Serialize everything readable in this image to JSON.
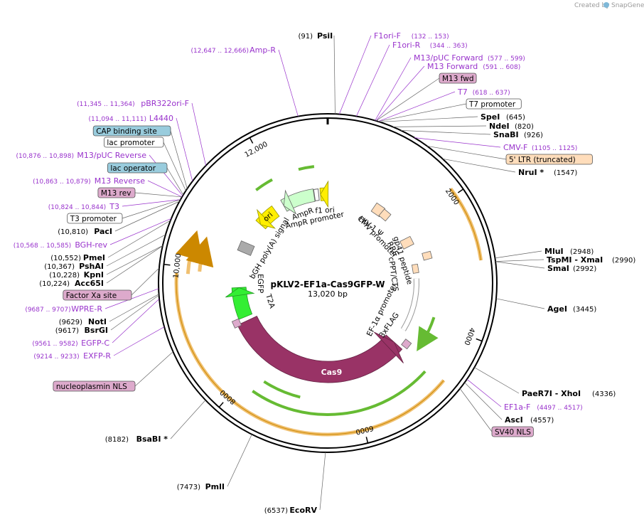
{
  "app": {
    "credit": "Created by",
    "brand": "SnapGene"
  },
  "plasmid": {
    "name": "pKLV2-EF1a-Cas9GFP-W",
    "length_label": "13,020 bp",
    "length": 13020
  },
  "colors": {
    "primer": "#9933cc",
    "orange": "#f0c070",
    "green": "#66bb33",
    "cas9": "#993366",
    "yellow": "#ffee00",
    "egfp": "#33ee33",
    "backbone": "#000000",
    "feature_box_blue": "#99ccdd",
    "feature_box_pink": "#ddaacc",
    "feature_box_peach": "#ffddbb"
  },
  "ticks": [
    {
      "bp": 2000,
      "label": "2000"
    },
    {
      "bp": 4000,
      "label": "4000"
    },
    {
      "bp": 6000,
      "label": "6000"
    },
    {
      "bp": 8000,
      "label": "8000"
    },
    {
      "bp": 10000,
      "label": "10,000"
    },
    {
      "bp": 12000,
      "label": "12,000"
    }
  ],
  "left_labels": [
    {
      "kind": "primer",
      "pos": "(12,647 .. 12,666)",
      "name": "Amp-R",
      "bp": 12656
    },
    {
      "kind": "primer",
      "pos": "(11,345 .. 11,364)",
      "name": "pBR322ori-F",
      "bp": 11354
    },
    {
      "kind": "primer",
      "pos": "(11,094 .. 11,111)",
      "name": "L4440",
      "bp": 11102
    },
    {
      "kind": "box",
      "box": "blue",
      "name": "CAP binding site",
      "bp": 10990
    },
    {
      "kind": "box",
      "box": "white",
      "name": "lac promoter",
      "bp": 10960
    },
    {
      "kind": "primer",
      "pos": "(10,876 .. 10,898)",
      "name": "M13/pUC Reverse",
      "bp": 10887
    },
    {
      "kind": "box",
      "box": "blue",
      "name": "lac operator",
      "bp": 10900
    },
    {
      "kind": "primer",
      "pos": "(10,863 .. 10,879)",
      "name": "M13 Reverse",
      "bp": 10871
    },
    {
      "kind": "box",
      "box": "pink",
      "name": "M13 rev",
      "bp": 10871
    },
    {
      "kind": "primer",
      "pos": "(10,824 .. 10,844)",
      "name": "T3",
      "bp": 10834
    },
    {
      "kind": "box",
      "box": "white",
      "name": "T3 promoter",
      "bp": 10834
    },
    {
      "kind": "enzyme",
      "pos": "(10,810)",
      "name": "PacI",
      "bp": 10810
    },
    {
      "kind": "primer",
      "pos": "(10,568 .. 10,585)",
      "name": "BGH-rev",
      "bp": 10576
    },
    {
      "kind": "enzyme",
      "pos": "(10,552)",
      "name": "PmeI",
      "bp": 10552
    },
    {
      "kind": "enzyme",
      "pos": "(10,367)",
      "name": "PshAI",
      "bp": 10367
    },
    {
      "kind": "enzyme",
      "pos": "(10,228)",
      "name": "KpnI",
      "bp": 10228
    },
    {
      "kind": "enzyme",
      "pos": "(10,224)",
      "name": "Acc65I",
      "bp": 10224
    },
    {
      "kind": "box",
      "box": "pink",
      "name": "Factor Xa site",
      "bp": 9950
    },
    {
      "kind": "primer",
      "pos": "(9687 .. 9707)",
      "name": "WPRE-R",
      "bp": 9697
    },
    {
      "kind": "enzyme",
      "pos": "(9629)",
      "name": "NotI",
      "bp": 9629
    },
    {
      "kind": "enzyme",
      "pos": "(9617)",
      "name": "BsrGI",
      "bp": 9617
    },
    {
      "kind": "primer",
      "pos": "(9561 .. 9582)",
      "name": "EGFP-C",
      "bp": 9571
    },
    {
      "kind": "primer",
      "pos": "(9214 .. 9233)",
      "name": "EXFP-R",
      "bp": 9223
    },
    {
      "kind": "box",
      "box": "pink",
      "name": "nucleoplasmin NLS",
      "bp": 8900
    },
    {
      "kind": "enzyme",
      "pos": "(8182)",
      "name": "BsaBI *",
      "bp": 8182
    },
    {
      "kind": "enzyme",
      "pos": "(7473)",
      "name": "PmlI",
      "bp": 7473
    },
    {
      "kind": "enzyme",
      "pos": "(6537)",
      "name": "EcoRV",
      "bp": 6537
    }
  ],
  "right_labels": [
    {
      "kind": "enzyme",
      "pos": "(91)",
      "name": "PsiI",
      "bp": 91
    },
    {
      "kind": "primer",
      "pos": "(132 .. 153)",
      "name": "F1ori-F",
      "bp": 142
    },
    {
      "kind": "primer",
      "pos": "(344 .. 363)",
      "name": "F1ori-R",
      "bp": 353
    },
    {
      "kind": "primer",
      "pos": "(577 .. 599)",
      "name": "M13/pUC Forward",
      "bp": 588
    },
    {
      "kind": "primer",
      "pos": "(591 .. 608)",
      "name": "M13 Forward",
      "bp": 600
    },
    {
      "kind": "box",
      "box": "pink",
      "name": "M13 fwd",
      "bp": 600
    },
    {
      "kind": "primer",
      "pos": "(618 .. 637)",
      "name": "T7",
      "bp": 627
    },
    {
      "kind": "box",
      "box": "white",
      "name": "T7 promoter",
      "bp": 627
    },
    {
      "kind": "enzyme",
      "pos": "(645)",
      "name": "SpeI",
      "bp": 645
    },
    {
      "kind": "enzyme",
      "pos": "(820)",
      "name": "NdeI",
      "bp": 820
    },
    {
      "kind": "enzyme",
      "pos": "(926)",
      "name": "SnaBI",
      "bp": 926
    },
    {
      "kind": "primer",
      "pos": "(1105 .. 1125)",
      "name": "CMV-F",
      "bp": 1115
    },
    {
      "kind": "box",
      "box": "peach",
      "name": "5' LTR (truncated)",
      "bp": 1300
    },
    {
      "kind": "enzyme",
      "pos": "(1547)",
      "name": "NruI *",
      "bp": 1547
    },
    {
      "kind": "enzyme",
      "pos": "(2948)",
      "name": "MluI",
      "bp": 2948
    },
    {
      "kind": "enzyme",
      "pos": "(2990)",
      "name": "TspMI - XmaI",
      "bp": 2990
    },
    {
      "kind": "enzyme",
      "pos": "(2992)",
      "name": "SmaI",
      "bp": 2992
    },
    {
      "kind": "enzyme",
      "pos": "(3445)",
      "name": "AgeI",
      "bp": 3445
    },
    {
      "kind": "enzyme",
      "pos": "(4336)",
      "name": "PaeR7I - XhoI",
      "bp": 4336
    },
    {
      "kind": "primer",
      "pos": "(4497 .. 4517)",
      "name": "EF1a-F",
      "bp": 4507
    },
    {
      "kind": "enzyme",
      "pos": "(4557)",
      "name": "AscI",
      "bp": 4557
    },
    {
      "kind": "box",
      "box": "pink",
      "name": "SV40 NLS",
      "bp": 4650
    }
  ],
  "inner_labels": {
    "ori": "ori",
    "ampr": "AmpR",
    "ampr_promoter": "AmpR promoter",
    "f1_ori": "f1 ori",
    "bgh": "bGH poly(A) signal",
    "hiv": "HIV-1 Ψ",
    "cmv": "CMV promoter",
    "rre": "RRE",
    "gp41": "gp41 peptide",
    "cppt": "cPPT/CTS",
    "ef1a": "EF-1α promoter",
    "flag": "3xFLAG",
    "egfp": "EGFP",
    "t2a": "T2A",
    "cas9": "Cas9"
  },
  "chart_data": {
    "type": "plasmid-map",
    "title": "pKLV2-EF1a-Cas9GFP-W",
    "subtitle": "13,020 bp",
    "features": [
      {
        "name": "Cas9",
        "start": 4700,
        "end": 8860
      },
      {
        "name": "EGFP",
        "start": 8950,
        "end": 9660
      },
      {
        "name": "ori",
        "start": 11200,
        "end": 11790
      },
      {
        "name": "AmpR",
        "start": 11960,
        "end": 12820
      },
      {
        "name": "AmpR promoter",
        "start": 12820,
        "end": 12925
      },
      {
        "name": "f1 ori",
        "start": 12990,
        "end": 440
      }
    ]
  }
}
